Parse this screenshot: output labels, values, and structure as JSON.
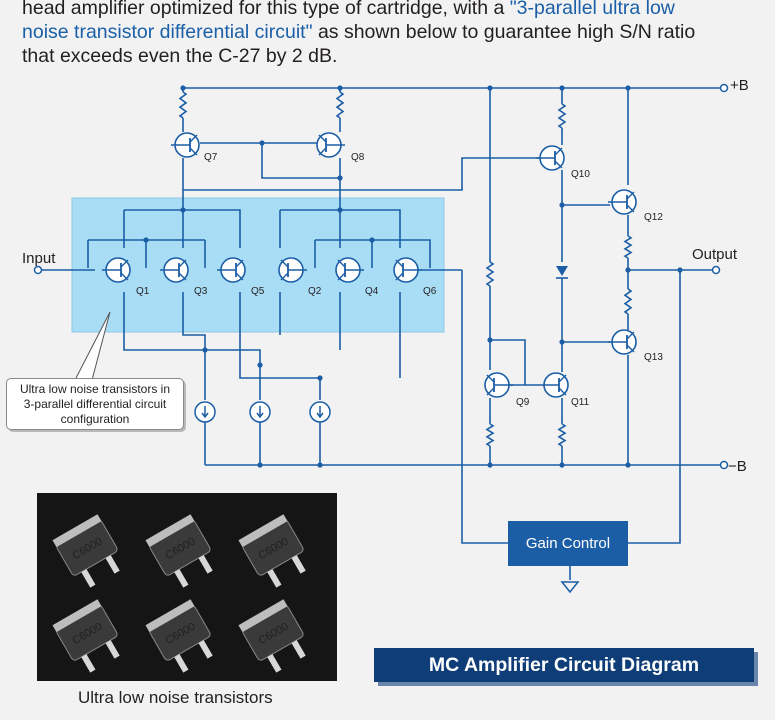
{
  "intro": {
    "line1_a": "head amplifier optimized for this type of cartridge, with a ",
    "line1_b": "\"3-parallel ultra low",
    "line2_a": "noise transistor differential circuit\"",
    "line2_b": " as shown below to guarantee high S/N ratio",
    "line3": "that exceeds even the C-27 by 2 dB."
  },
  "diagram": {
    "terminals": {
      "pos_supply": "+B",
      "neg_supply": "−B",
      "input": "Input",
      "output": "Output"
    },
    "transistors": {
      "q1": "Q1",
      "q3": "Q3",
      "q5": "Q5",
      "q2": "Q2",
      "q4": "Q4",
      "q6": "Q6",
      "q7": "Q7",
      "q8": "Q8",
      "q9": "Q9",
      "q10": "Q10",
      "q11": "Q11",
      "q12": "Q12",
      "q13": "Q13"
    },
    "callout": {
      "line1": "Ultra low noise transistors in",
      "line2": "3-parallel differential circuit",
      "line3": "configuration"
    },
    "gain_control": "Gain Control",
    "title": "MC Amplifier Circuit Diagram",
    "highlight_color": "#a9dcf5",
    "wire_color": "#1b5ea6",
    "accent_color": "#0f3d78"
  },
  "photo": {
    "chip_marking": "C6000",
    "caption": "Ultra low noise transistors"
  }
}
